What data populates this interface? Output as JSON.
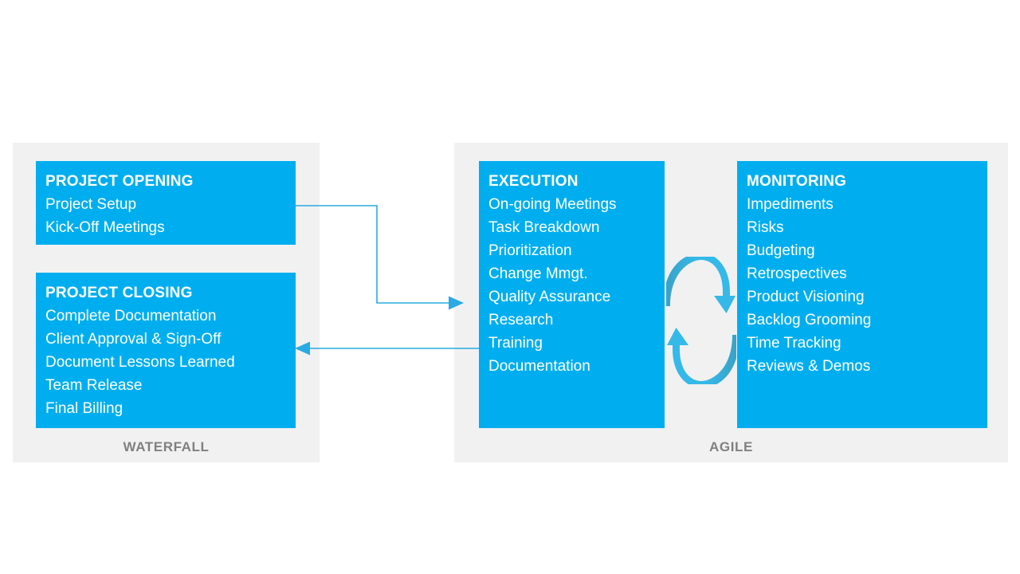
{
  "diagram": {
    "panels": [
      {
        "id": "waterfall",
        "label": "WATERFALL",
        "cards": [
          {
            "id": "project-opening",
            "title": "PROJECT OPENING",
            "items": [
              "Project Setup",
              "Kick-Off Meetings"
            ]
          },
          {
            "id": "project-closing",
            "title": "PROJECT CLOSING",
            "items": [
              "Complete Documentation",
              "Client Approval & Sign-Off",
              "Document Lessons Learned",
              "Team Release",
              "Final Billing"
            ]
          }
        ]
      },
      {
        "id": "agile",
        "label": "AGILE",
        "cards": [
          {
            "id": "execution",
            "title": "EXECUTION",
            "items": [
              "On-going Meetings",
              "Task Breakdown",
              "Prioritization",
              "Change Mmgt.",
              "Quality Assurance",
              "Research",
              "Training",
              "Documentation"
            ]
          },
          {
            "id": "monitoring",
            "title": "MONITORING",
            "items": [
              "Impediments",
              "Risks",
              "Budgeting",
              "Retrospectives",
              "Product Visioning",
              "Backlog Grooming",
              "Time Tracking",
              "Reviews & Demos"
            ]
          }
        ]
      }
    ],
    "connectors": [
      {
        "id": "waterfall-to-agile",
        "icon": "elbow-arrow-right"
      },
      {
        "id": "agile-to-waterfall",
        "icon": "straight-arrow-left"
      }
    ],
    "cycle": {
      "icon": "circular-cycle-arrows"
    },
    "colors": {
      "card": "#00aeef",
      "panel": "#f1f1f1",
      "label": "#808080",
      "connector": "#29abe2",
      "cycle_light": "#35b9e8",
      "cycle_dark": "#3a9fc4",
      "text": "#ffffff"
    }
  }
}
